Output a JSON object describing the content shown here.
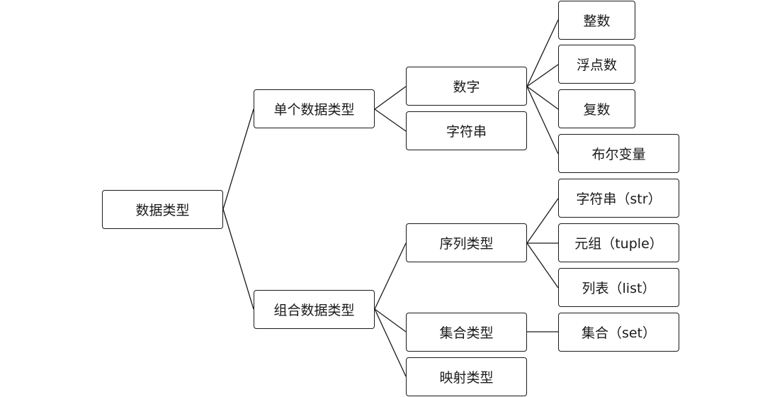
{
  "nodes": {
    "root": "数据类型",
    "single": "单个数据类型",
    "compound": "组合数据类型",
    "number": "数字",
    "string": "字符串",
    "sequence": "序列类型",
    "set_type": "集合类型",
    "mapping": "映射类型",
    "integer": "整数",
    "float": "浮点数",
    "complex": "复数",
    "boolean": "布尔变量",
    "str": "字符串（str）",
    "tuple": "元组（tuple）",
    "list": "列表（list）",
    "set": "集合（set）"
  }
}
